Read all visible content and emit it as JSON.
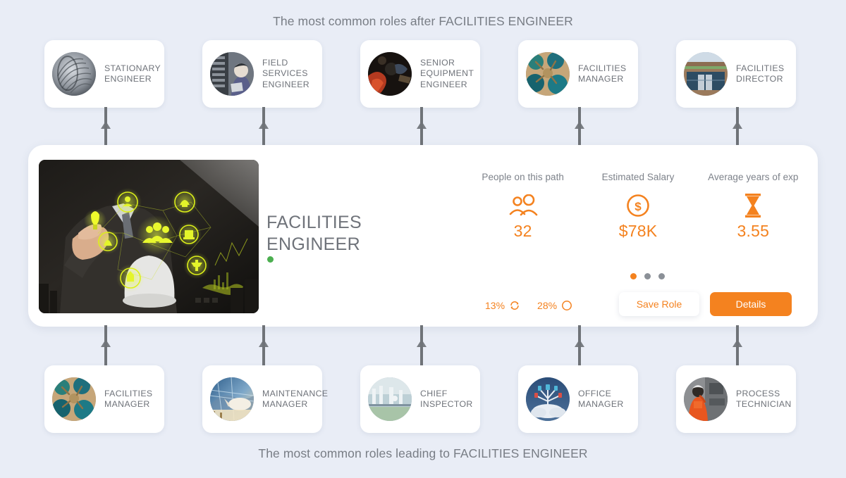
{
  "captions": {
    "top": "The most common roles after FACILITIES ENGINEER",
    "bottom": "The most common roles leading to FACILITIES ENGINEER"
  },
  "colors": {
    "background": "#e9edf6",
    "accent": "#f4821f",
    "text": "#6f737a",
    "status_dot": "#4caf50",
    "arrow": "#6f7378"
  },
  "roles_after": [
    {
      "label": "STATIONARY ENGINEER",
      "avatar": "turbine-blades-photo"
    },
    {
      "label": "FIELD SERVICES ENGINEER",
      "avatar": "technician-server-rack-photo"
    },
    {
      "label": "SENIOR EQUIPMENT ENGINEER",
      "avatar": "workshop-equipment-photo"
    },
    {
      "label": "FACILITIES MANAGER",
      "avatar": "overhead-roundtable-photo"
    },
    {
      "label": "FACILITIES DIRECTOR",
      "avatar": "office-building-photo"
    }
  ],
  "roles_before": [
    {
      "label": "FACILITIES MANAGER",
      "avatar": "overhead-roundtable-photo"
    },
    {
      "label": "MAINTENANCE MANAGER",
      "avatar": "airport-terminal-photo"
    },
    {
      "label": "CHIEF INSPECTOR",
      "avatar": "laboratory-photo"
    },
    {
      "label": "OFFICE MANAGER",
      "avatar": "cloud-network-photo"
    },
    {
      "label": "PROCESS TECHNICIAN",
      "avatar": "worker-orange-suit-photo"
    }
  ],
  "hero": {
    "title_line1": "FACILITIES",
    "title_line2": "ENGINEER",
    "image_alt": "businessman-touching-glowing-tech-icons-photo",
    "status": "active",
    "stats": [
      {
        "label": "People on this path",
        "icon": "people-icon",
        "value": "32"
      },
      {
        "label": "Estimated Salary",
        "icon": "dollar-circle-icon",
        "value": "$78K"
      },
      {
        "label": "Average years of exp",
        "icon": "hourglass-icon",
        "value": "3.55"
      }
    ],
    "pagination": {
      "count": 3,
      "active_index": 0
    },
    "percents": [
      {
        "value": "13%",
        "icon": "refresh-cycle-icon"
      },
      {
        "value": "28%",
        "icon": "circle-outline-icon"
      }
    ],
    "buttons": {
      "save": "Save Role",
      "details": "Details"
    }
  }
}
